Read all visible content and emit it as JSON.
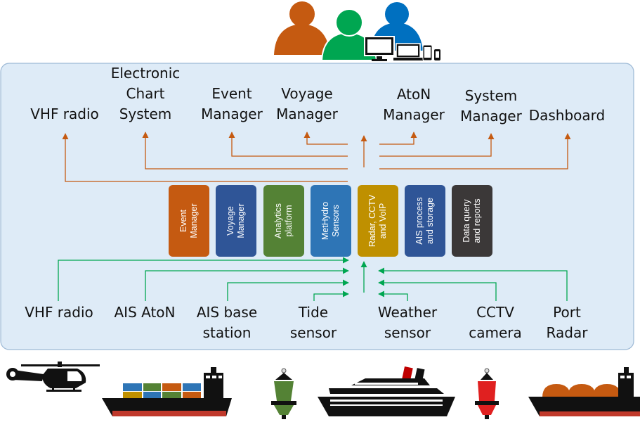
{
  "top_outputs": [
    {
      "id": "vhf_radio",
      "text": "VHF radio"
    },
    {
      "id": "ecs",
      "text": "Electronic\nChart\nSystem"
    },
    {
      "id": "event_manager",
      "text": "Event\nManager"
    },
    {
      "id": "voyage_manager",
      "text": "Voyage\nManager"
    },
    {
      "id": "aton_manager",
      "text": "AtoN\nManager"
    },
    {
      "id": "system_manager",
      "text": "System\nManager"
    },
    {
      "id": "dashboard",
      "text": "Dashboard"
    }
  ],
  "modules": [
    {
      "id": "event_manager",
      "text": "Event\nManager",
      "color": "#C55A11"
    },
    {
      "id": "voyage_manager",
      "text": "Voyage\nManager",
      "color": "#2F5597"
    },
    {
      "id": "analytics_platform",
      "text": "Analytics\nplatform",
      "color": "#548235"
    },
    {
      "id": "methydro_sensors",
      "text": "MetHydro\nSensors",
      "color": "#2E75B6"
    },
    {
      "id": "radar_cctv_voip",
      "text": "Radar, CCTV\nand VoIP",
      "color": "#BF9000"
    },
    {
      "id": "ais_process_storage",
      "text": "AIS process\nand storage",
      "color": "#2F5597"
    },
    {
      "id": "data_query_reports",
      "text": "Data query\nand reports",
      "color": "#3B3838"
    }
  ],
  "bottom_inputs": [
    {
      "id": "vhf_radio",
      "text": "VHF radio"
    },
    {
      "id": "ais_aton",
      "text": "AIS AtoN"
    },
    {
      "id": "ais_base_station",
      "text": "AIS base\nstation"
    },
    {
      "id": "tide_sensor",
      "text": "Tide\nsensor"
    },
    {
      "id": "weather_sensor",
      "text": "Weather\nsensor"
    },
    {
      "id": "cctv_camera",
      "text": "CCTV\ncamera"
    },
    {
      "id": "port_radar",
      "text": "Port\nRadar"
    }
  ],
  "colors": {
    "panel_fill": "#DEEBF7",
    "panel_stroke": "#9DB9D5",
    "output_arrow": "#C55A11",
    "input_arrow": "#00A651",
    "user_orange": "#C55A11",
    "user_green": "#00A651",
    "user_blue": "#0070C0"
  },
  "icons": {
    "users": "users-icon",
    "devices": "devices-icon",
    "helicopter": "helicopter-icon",
    "container_ship": "container-ship-icon",
    "green_buoy": "green-buoy-icon",
    "cruise_ship": "cruise-ship-icon",
    "red_buoy": "red-buoy-icon",
    "lng_tanker": "lng-tanker-icon"
  }
}
